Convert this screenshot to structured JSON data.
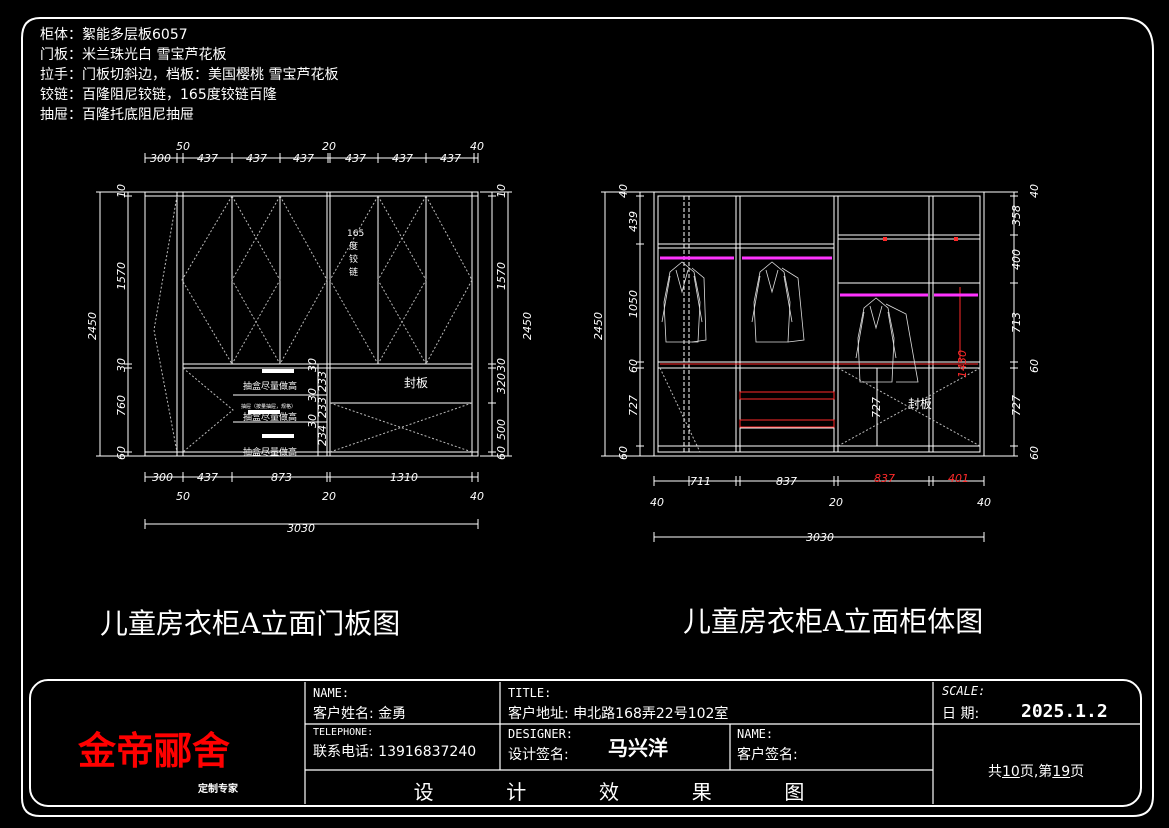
{
  "notes": {
    "cabinet": "柜体：絮能多层板6057",
    "door": "门板：米兰珠光白   雪宝芦花板",
    "handle": "拉手：门板切斜边，档板：美国樱桃   雪宝芦花板",
    "hinge": "铰链：百隆阻尼铰链，165度铰链百隆",
    "drawer": "抽屉：百隆托底阻尼抽屉"
  },
  "left": {
    "top_dims": [
      "300",
      "50",
      "437",
      "437",
      "437",
      "20",
      "437",
      "437",
      "437",
      "40"
    ],
    "bottom_dims": [
      "300",
      "437",
      "873",
      "1310"
    ],
    "bottom_sub": [
      "50",
      "20",
      "40"
    ],
    "total": "3030",
    "left_dims": [
      "10",
      "1570",
      "2450",
      "30",
      "760",
      "60"
    ],
    "right_dims": [
      "10",
      "1570",
      "2450",
      "30",
      "320",
      "500",
      "60"
    ],
    "inner_dims": [
      "30",
      "30",
      "30",
      "233",
      "233",
      "234"
    ],
    "hinge_label": [
      "165",
      "度",
      "铰",
      "链"
    ],
    "drawer_label": "抽盒尽量做高",
    "drawer_small": "抽屉（按量抽屉，规格）",
    "seal_label": "封板",
    "caption": "儿童房衣柜A立面门板图"
  },
  "right": {
    "left_dims": [
      "40",
      "439",
      "2450",
      "1050",
      "60",
      "727",
      "60"
    ],
    "right_dims": [
      "40",
      "358",
      "400",
      "713",
      "60",
      "727",
      "60"
    ],
    "bottom_dims": [
      "711",
      "837",
      "837",
      "401"
    ],
    "bottom_sub": [
      "40",
      "20",
      "40"
    ],
    "total": "3030",
    "inner_dim": "727",
    "red_dim": "1430",
    "seal_label": "封板",
    "caption": "儿童房衣柜A立面柜体图"
  },
  "titleblock": {
    "company": "金帝郦舍",
    "company_sub": "定制专家",
    "name_label": "NAME:",
    "customer_name": "客户姓名: 金勇",
    "telephone_label": "TELEPHONE:",
    "phone": "联系电话: 13916837240",
    "title_label": "TITLE:",
    "address": "客户地址: 申北路168弄22号102室",
    "designer_label": "DESIGNER:",
    "designer_sign": "设计签名:",
    "designer_name": "马兴洋",
    "name2_label": "NAME:",
    "customer_sign": "客户签名:",
    "scale_label": "SCALE:",
    "date_label": "日  期:",
    "date": "2025.1.2",
    "pages_prefix": "共",
    "pages_total": "10",
    "pages_mid": "页,第",
    "pages_current": "19",
    "pages_suffix": "页",
    "footer": "设  计  效  果  图"
  },
  "colors": {
    "line": "#ffffff",
    "rail": "#ff33ff",
    "red": "#ff2a2a",
    "brand": "#ff0000"
  }
}
